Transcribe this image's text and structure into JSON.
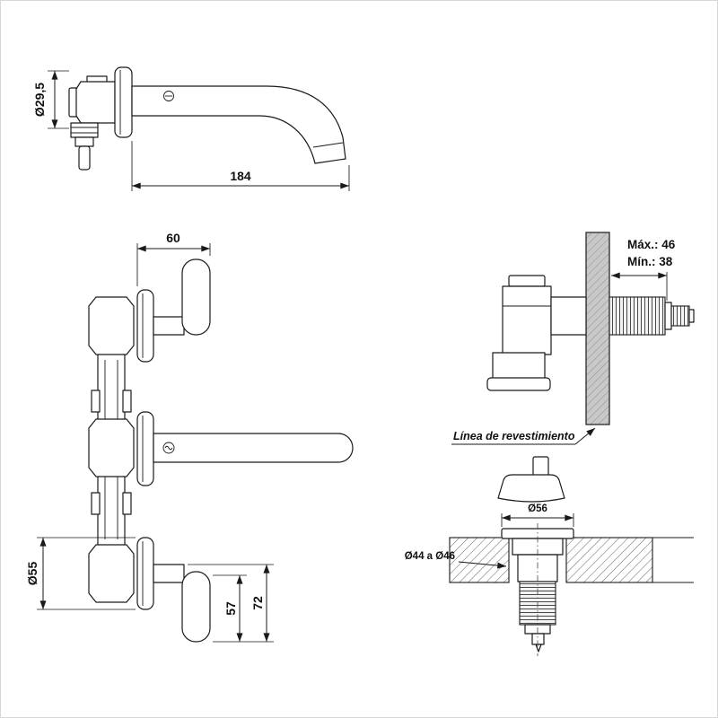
{
  "page": {
    "background": "#ffffff",
    "line_color": "#1a1a1a",
    "wall_fill": "#c8c8c8",
    "hatch_color": "#6f6f6f"
  },
  "views": {
    "spout_side": {
      "dims": {
        "length": "184",
        "diameter": "Ø29,5"
      }
    },
    "assembly": {
      "dims": {
        "handle_projection": "60",
        "flange_diameter": "Ø55",
        "handle_length": "57",
        "handle_total": "72"
      }
    },
    "wall_detail": {
      "max": "Máx.: 46",
      "min": "Mín.: 38",
      "finish_line_label": "Línea de revestimiento"
    },
    "counter_section": {
      "dims": {
        "escutcheon_diameter": "Ø56",
        "hole_diameter": "Ø44 a Ø46"
      }
    }
  }
}
